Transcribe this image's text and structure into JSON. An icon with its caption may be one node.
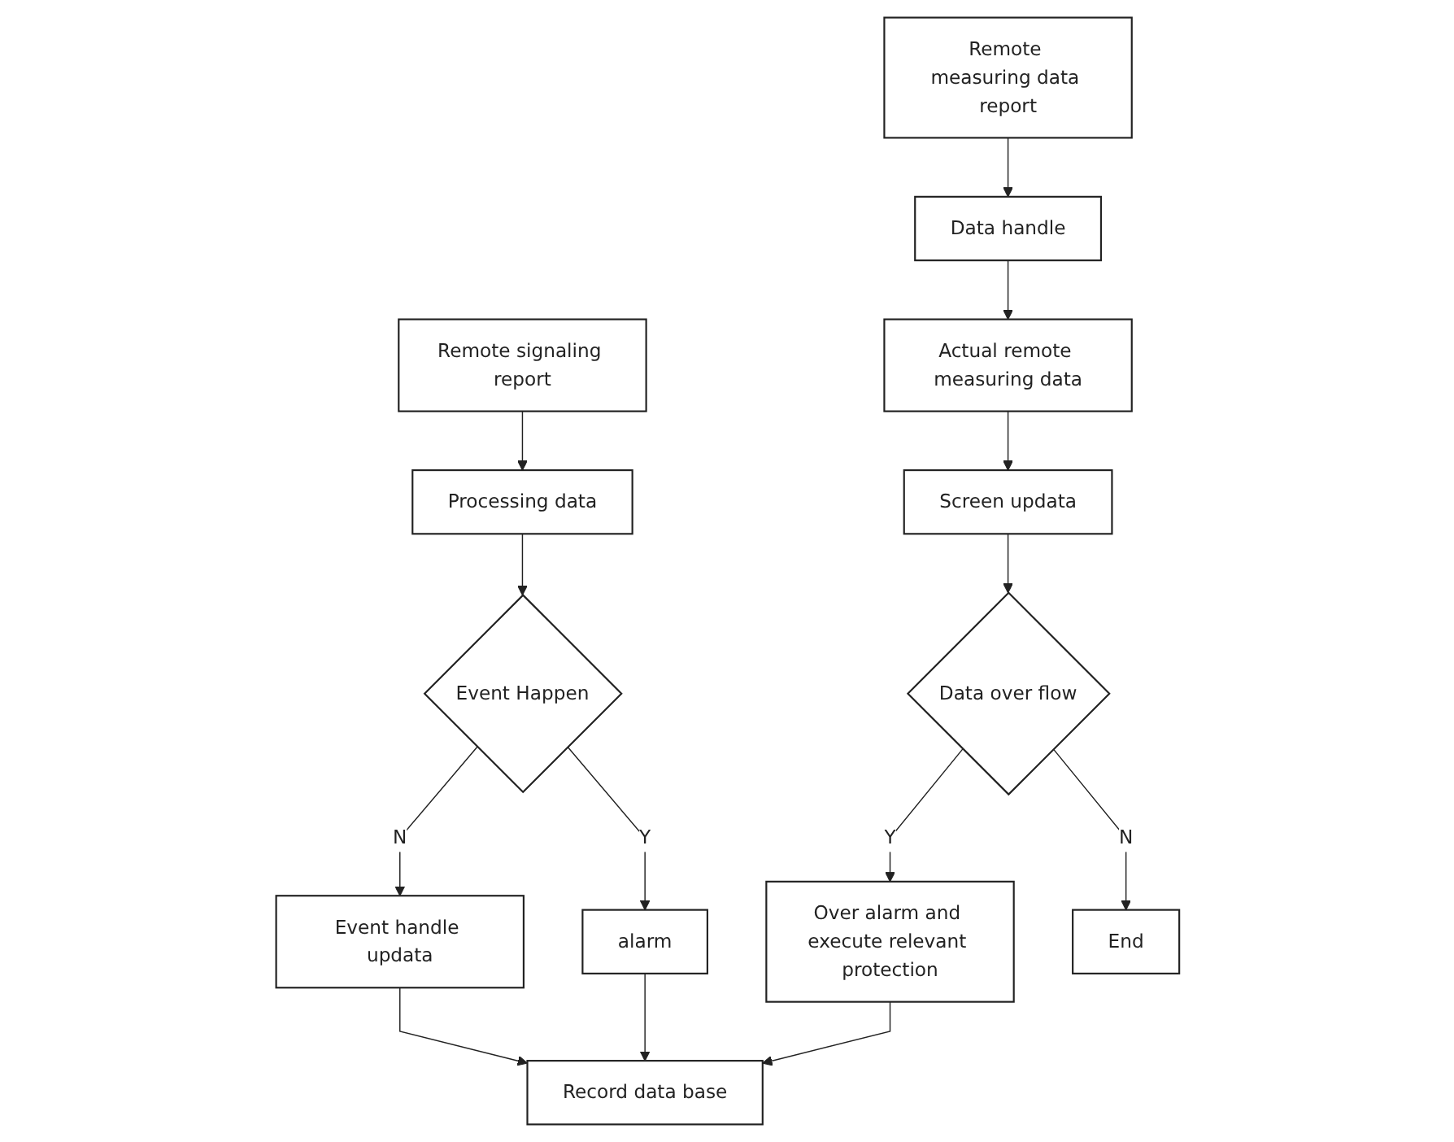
{
  "diagram": {
    "nodes": [
      {
        "text": [
          "Remote signaling report"
        ]
      },
      {
        "text": [
          "Remote measuring data report"
        ]
      },
      {
        "text": [
          "Processing data"
        ]
      },
      {
        "text": [
          "Data handle"
        ]
      },
      {
        "text": [
          "Actual remote measuring data"
        ]
      },
      {
        "text": [
          "Screen updata"
        ]
      },
      {
        "text": [
          "Event Happen"
        ]
      },
      {
        "text": [
          "Over alarm and execute relevant protection"
        ]
      },
      {
        "text": [
          "Event handle updata"
        ]
      },
      {
        "text": [
          "alarm"
        ]
      },
      {
        "text": [
          "Data over flow"
        ]
      },
      {
        "text": [
          "Record data base"
        ]
      },
      {
        "text": [
          "End"
        ]
      }
    ],
    "edges": [
      {
        "from": 0,
        "to": 2,
        "arrow": "to"
      },
      {
        "from": 2,
        "to": 6,
        "arrow": "to"
      },
      {
        "from": 6,
        "to": 8,
        "arrow": "to",
        "label": "N"
      },
      {
        "from": 6,
        "to": 9,
        "arrow": "to",
        "label": "Y"
      },
      {
        "from": 1,
        "to": 3,
        "arrow": "to"
      },
      {
        "from": 3,
        "to": 4,
        "arrow": "to"
      },
      {
        "from": 4,
        "to": 5,
        "arrow": "to"
      },
      {
        "from": 5,
        "to": 10,
        "arrow": "to"
      },
      {
        "from": 10,
        "to": 7,
        "arrow": "to",
        "label": "Y"
      },
      {
        "from": 10,
        "to": 12,
        "arrow": "to",
        "label": "N"
      },
      {
        "from": 8,
        "to": 11,
        "arrow": "to"
      },
      {
        "from": 9,
        "to": 11,
        "arrow": "to"
      },
      {
        "from": 7,
        "to": 11,
        "arrow": "to"
      }
    ]
  }
}
